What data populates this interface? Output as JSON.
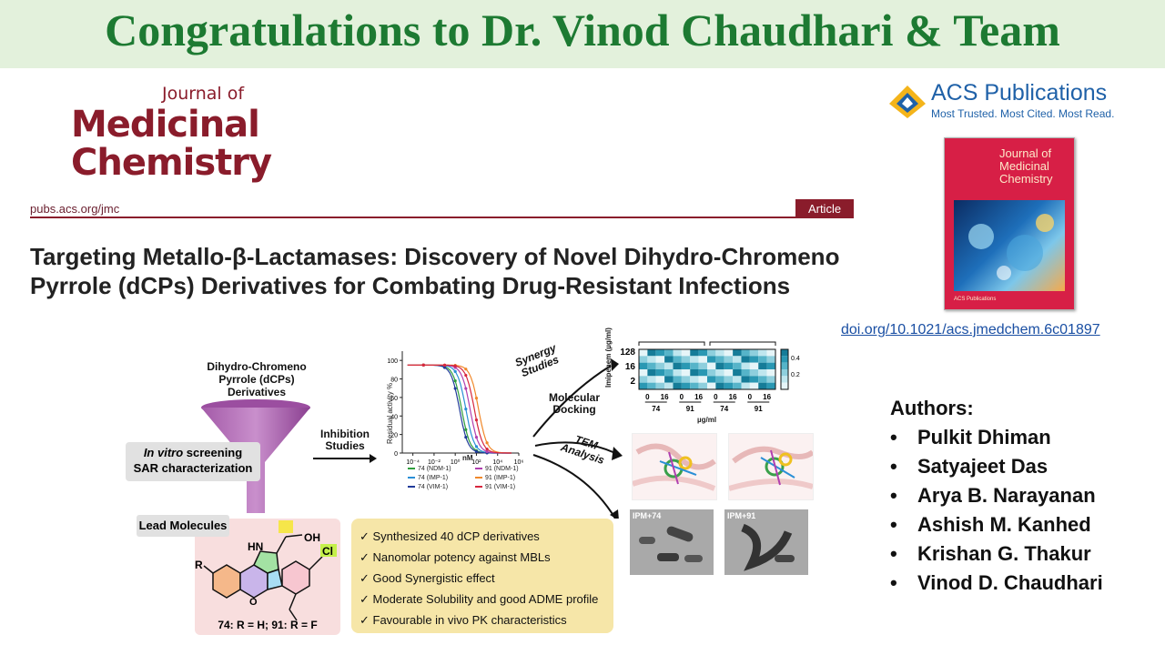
{
  "banner": {
    "title": "Congratulations to Dr. Vinod Chaudhari & Team"
  },
  "journal": {
    "logo_line1": "Journal of",
    "logo_line2": "Medicinal",
    "logo_line3": "Chemistry",
    "site": "pubs.acs.org/jmc",
    "article_tag": "Article",
    "brand_color": "#8a1c2b"
  },
  "paper": {
    "title": "Targeting Metallo-β-Lactamases: Discovery of Novel Dihydro-Chromeno Pyrrole (dCPs) Derivatives for Combating Drug-Resistant Infections"
  },
  "publisher": {
    "name": "ACS Publications",
    "tagline": "Most Trusted. Most Cited. Most Read.",
    "cover_title": "Journal of Medicinal Chemistry",
    "cover_footer": "ACS Publications",
    "doi": "doi.org/10.1021/acs.jmedchem.6c01897"
  },
  "authors": {
    "heading": "Authors:",
    "list": [
      "Pulkit Dhiman",
      "Satyajeet Das",
      "Arya B. Narayanan",
      "Ashish M. Kanhed",
      "Krishan G. Thakur",
      "Vinod D. Chaudhari"
    ]
  },
  "toc": {
    "derivatives_label": "Dihydro-Chromeno Pyrrole (dCPs) Derivatives",
    "screening_label_1": "In vitro",
    "screening_label_2": " screening",
    "screening_label_3": "SAR characterization",
    "inhibition_label": "Inhibition Studies",
    "lead_label": "Lead  Molecules",
    "compound_caption": "74: R = H; 91: R = F",
    "synergy_label": "Synergy Studies",
    "docking_label": "Molecular Docking",
    "tem_label": "TEM Analysis",
    "summary_points": [
      "✓ Synthesized 40 dCP derivatives",
      "✓ Nanomolar potency against MBLs",
      "✓ Good Synergistic effect",
      "✓ Moderate Solubility and good ADME profile",
      "✓ Favourable in vivo PK characteristics"
    ],
    "tem_images": [
      "IPM+74",
      "IPM+91"
    ],
    "atom_labels": {
      "nh": "HN",
      "cooh": "OH",
      "cl": "Cl",
      "r": "R",
      "o": "O"
    }
  },
  "chart_data": [
    {
      "type": "line",
      "xlabel": "nM",
      "ylabel": "Residual activity %",
      "x_ticks": [
        "10⁻⁴",
        "10⁻²",
        "10⁰",
        "10²",
        "10⁴",
        "10⁶"
      ],
      "y_ticks": [
        "0",
        "20",
        "40",
        "60",
        "80",
        "100"
      ],
      "ylim": [
        0,
        110
      ],
      "legend": [
        "74 (NDM-1)",
        "74 (IMP-1)",
        "74 (VIM-1)",
        "91 (NDM-1)",
        "91 (IMP-1)",
        "91 (VIM-1)"
      ],
      "series_colors": [
        "#2e9e3c",
        "#2a8fd6",
        "#203b9a",
        "#b03fb0",
        "#f0882a",
        "#d7263d"
      ],
      "ic50_log": [
        0.6,
        1.0,
        0.4,
        1.4,
        2.2,
        1.8
      ]
    },
    {
      "type": "heatmap",
      "xlabel": "µg/ml",
      "ylabel": "Imipenem (µg/ml)",
      "y_ticks": [
        "128",
        "16",
        "2"
      ],
      "x_ticks": [
        "0",
        "16",
        "0",
        "16",
        "0",
        "16",
        "0",
        "16"
      ],
      "groups": [
        "74",
        "91",
        "74",
        "91"
      ],
      "colorbar_ticks": [
        "0.4",
        "0.2"
      ]
    }
  ]
}
